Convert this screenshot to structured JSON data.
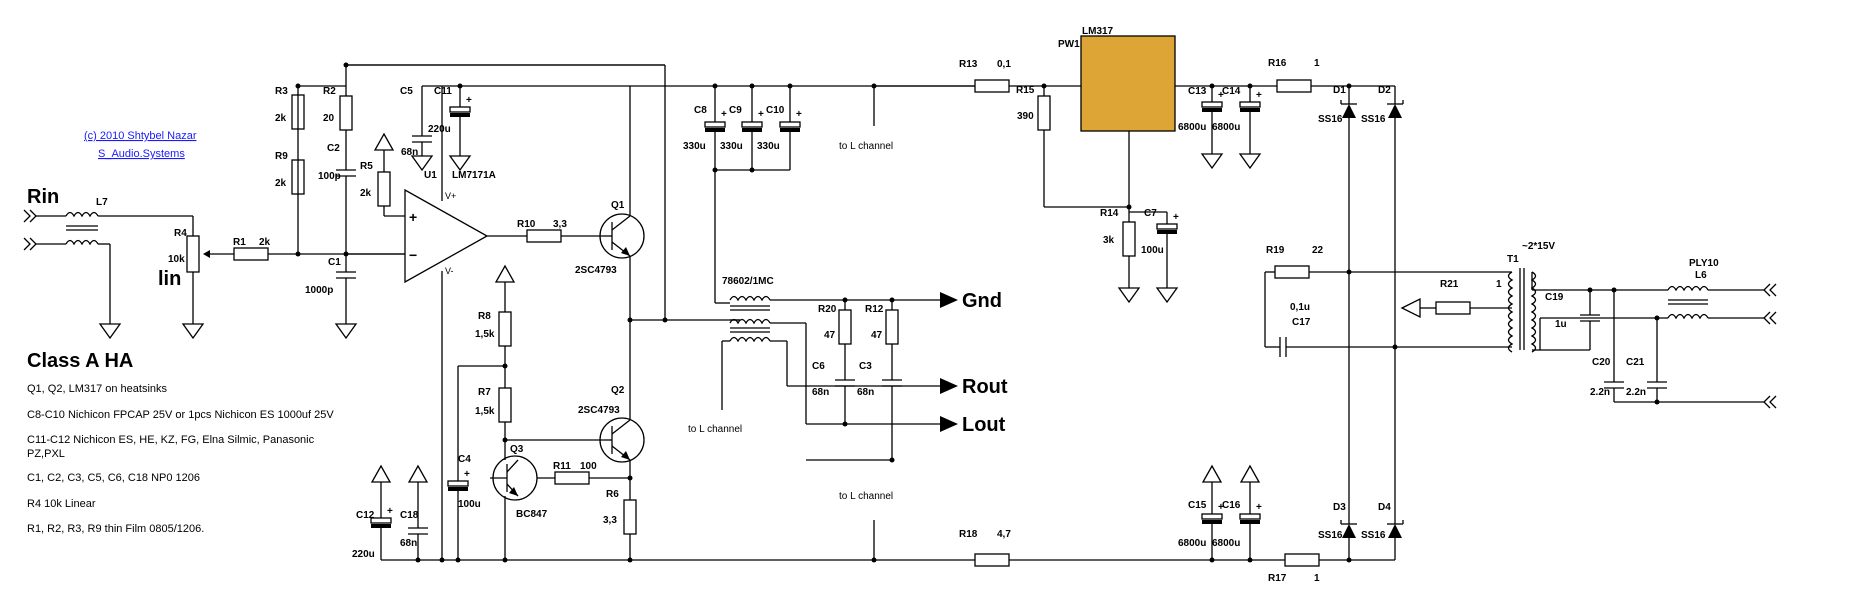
{
  "credit": {
    "line1": "(c) 2010 Shtybel Nazar",
    "line2": "S_Audio.Systems"
  },
  "title": "Class A HA",
  "notes": [
    "Q1, Q2, LM317 on heatsinks",
    "C8-C10 Nichicon FPCAP 25V or 1pcs Nichicon ES 1000uf 25V",
    "C11-C12 Nichicon ES, HE, KZ, FG, Elna Silmic, Panasonic",
    "PZ,PXL",
    "C1, C2, C3, C5, C6, C18 NP0 1206",
    "R4 10k Linear",
    "R1, R2, R3, R9 thin Film 0805/1206."
  ],
  "ports": {
    "rin": "Rin",
    "lin": "lin",
    "gnd": "Gnd",
    "rout": "Rout",
    "lout": "Lout"
  },
  "to_l_channel": "to L channel",
  "regulator": {
    "name": "LM317",
    "ref": "PW1",
    "color": "#dda535"
  },
  "components": {
    "L7": "L7",
    "R4": "R4",
    "R4v": "10k",
    "R1": "R1",
    "R1v": "2k",
    "R3": "R3",
    "R3v": "2k",
    "R9": "R9",
    "R9v": "2k",
    "R2": "R2",
    "R2v": "20",
    "C2": "C2",
    "C2v": "100p",
    "C1": "C1",
    "C1v": "1000p",
    "R5": "R5",
    "R5v": "2k",
    "C5": "C5",
    "C5v": "68n",
    "C11": "C11",
    "C11v": "220u",
    "U1": "U1",
    "U1p": "LM7171A",
    "R10": "R10",
    "R10v": "3,3",
    "Q1": "Q1",
    "Q1p": "2SC4793",
    "R8": "R8",
    "R8v": "1,5k",
    "R7": "R7",
    "R7v": "1,5k",
    "Q2": "Q2",
    "Q2p": "2SC4793",
    "Q3": "Q3",
    "Q3p": "BC847",
    "R11": "R11",
    "R11v": "100",
    "R6": "R6",
    "R6v": "3,3",
    "C4": "C4",
    "C4v": "100u",
    "C12": "C12",
    "C12v": "220u",
    "C18": "C18",
    "C18v": "68n",
    "C8": "C8",
    "C8v": "330u",
    "C9": "C9",
    "C9v": "330u",
    "C10": "C10",
    "C10v": "330u",
    "T2": "78602/1MC",
    "R20": "R20",
    "R20v": "47",
    "R12": "R12",
    "R12v": "47",
    "C6": "C6",
    "C6v": "68n",
    "C3": "C3",
    "C3v": "68n",
    "R13": "R13",
    "R13v": "0,1",
    "R15": "R15",
    "R15v": "390",
    "R14": "R14",
    "R14v": "3k",
    "C7": "C7",
    "C7v": "100u",
    "C13": "C13",
    "C13v": "6800u",
    "C14": "C14",
    "C14v": "6800u",
    "R16": "R16",
    "R16v": "1",
    "D1": "D1",
    "D1p": "SS16",
    "D2": "D2",
    "D2p": "SS16",
    "R18": "R18",
    "R18v": "4,7",
    "C15": "C15",
    "C15v": "6800u",
    "C16": "C16",
    "C16v": "6800u",
    "R17": "R17",
    "R17v": "1",
    "D3": "D3",
    "D3p": "SS16",
    "D4": "D4",
    "D4p": "SS16",
    "R19": "R19",
    "R19v": "22",
    "C17": "C17",
    "C17v": "0,1u",
    "T1": "T1",
    "T1v": "~2*15V",
    "R21": "R21",
    "R21v": "1",
    "C19": "C19",
    "C19v": "1u",
    "C20": "C20",
    "C20v": "2.2n",
    "C21": "C21",
    "C21v": "2.2n",
    "PLY10": "PLY10",
    "L6": "L6"
  }
}
